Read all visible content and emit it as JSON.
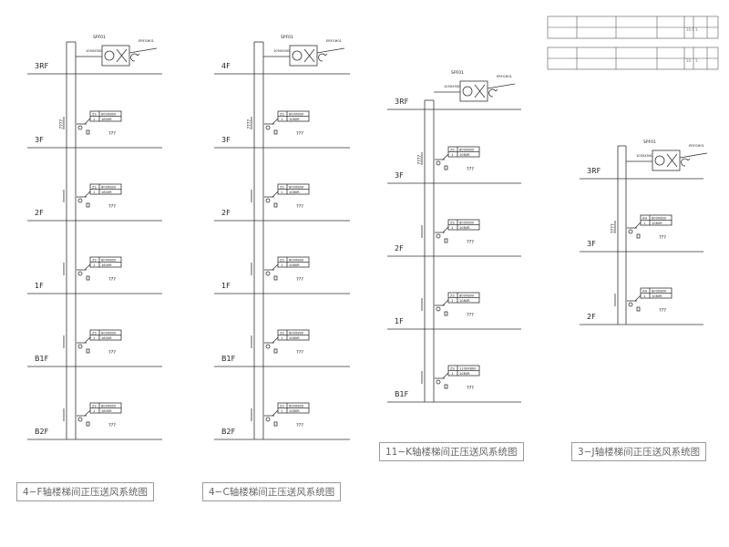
{
  "diagrams": [
    {
      "id": "4f",
      "caption": "4−F轴楼梯间正压送风系统图",
      "riser_label": "????",
      "fan_tag": "SPF01",
      "fan_label": "1050X500",
      "fan_note": "ERFGH01",
      "floors": [
        {
          "label": "3RF"
        },
        {
          "label": "3F",
          "outlet": {
            "tag": "ZS",
            "count": "1",
            "size": "800X800",
            "flow": "1800R"
          },
          "note": "???"
        },
        {
          "label": "2F",
          "outlet": {
            "tag": "ZS",
            "count": "1",
            "size": "800X800",
            "flow": "1800R"
          },
          "note": "???"
        },
        {
          "label": "1F",
          "outlet": {
            "tag": "ZS",
            "count": "1",
            "size": "800X800",
            "flow": "1800R"
          },
          "note": "???"
        },
        {
          "label": "B1F",
          "outlet": {
            "tag": "ZS",
            "count": "1",
            "size": "800X800",
            "flow": "1800R"
          },
          "note": "???"
        },
        {
          "label": "B2F",
          "outlet": {
            "tag": "ZS",
            "count": "1",
            "size": "800X800",
            "flow": "1800R"
          },
          "note": "???"
        }
      ]
    },
    {
      "id": "4c",
      "caption": "4−C轴楼梯间正压送风系统图",
      "riser_label": "????",
      "fan_tag": "SPF01",
      "fan_label": "1050X500",
      "fan_note": "ERFGH01",
      "floors": [
        {
          "label": "4F"
        },
        {
          "label": "3F",
          "outlet": {
            "tag": "ZS",
            "count": "1",
            "size": "800X800",
            "flow": "1080R"
          },
          "note": "???"
        },
        {
          "label": "2F",
          "outlet": {
            "tag": "ZS",
            "count": "1",
            "size": "800X800",
            "flow": "1080R"
          },
          "note": "???"
        },
        {
          "label": "1F",
          "outlet": {
            "tag": "ZS",
            "count": "1",
            "size": "800X800",
            "flow": "1080R"
          },
          "note": "???"
        },
        {
          "label": "B1F",
          "outlet": {
            "tag": "ZS",
            "count": "1",
            "size": "800X800",
            "flow": "1080R"
          },
          "note": "???"
        },
        {
          "label": "B2F",
          "outlet": {
            "tag": "ZS",
            "count": "1",
            "size": "800X800",
            "flow": "1080R"
          },
          "note": "???"
        }
      ]
    },
    {
      "id": "11k",
      "caption": "11−K轴楼梯间正压送风系统图",
      "riser_label": "????",
      "fan_tag": "SPF01",
      "fan_label": "1050X500",
      "fan_note": "ERFGH01",
      "floors": [
        {
          "label": "3RF"
        },
        {
          "label": "3F",
          "outlet": {
            "tag": "ZS",
            "count": "1",
            "size": "800X800",
            "flow": "1080R"
          },
          "note": "???"
        },
        {
          "label": "2F",
          "outlet": {
            "tag": "ZS",
            "count": "1",
            "size": "800X800",
            "flow": "1080R"
          },
          "note": "???"
        },
        {
          "label": "1F",
          "outlet": {
            "tag": "ZS",
            "count": "1",
            "size": "800X800",
            "flow": "1080R"
          },
          "note": "???"
        },
        {
          "label": "B1F",
          "outlet": {
            "tag": "ZS",
            "count": "1",
            "size": "1100X800",
            "flow": "1080R"
          },
          "note": "???"
        }
      ]
    },
    {
      "id": "3j",
      "caption": "3−J轴楼梯间正压送风系统图",
      "riser_label": "????",
      "fan_tag": "SPF01",
      "fan_label": "1050X500",
      "fan_note": "ERFGH01",
      "floors": [
        {
          "label": "3RF"
        },
        {
          "label": "3F",
          "outlet": {
            "tag": "AH",
            "count": "1",
            "size": "800X800",
            "flow": "1080R"
          },
          "note": "???"
        },
        {
          "label": "2F",
          "outlet": {
            "tag": "AH",
            "count": "1",
            "size": "800X800",
            "flow": "1080R"
          },
          "note": "???"
        }
      ]
    }
  ],
  "legend_tables": [
    {
      "rows": [
        [
          "",
          "",
          "",
          "",
          "10.0",
          "1",
          ""
        ]
      ]
    },
    {
      "rows": [
        [
          "",
          "",
          "",
          "",
          "10",
          "1",
          ""
        ]
      ]
    }
  ]
}
